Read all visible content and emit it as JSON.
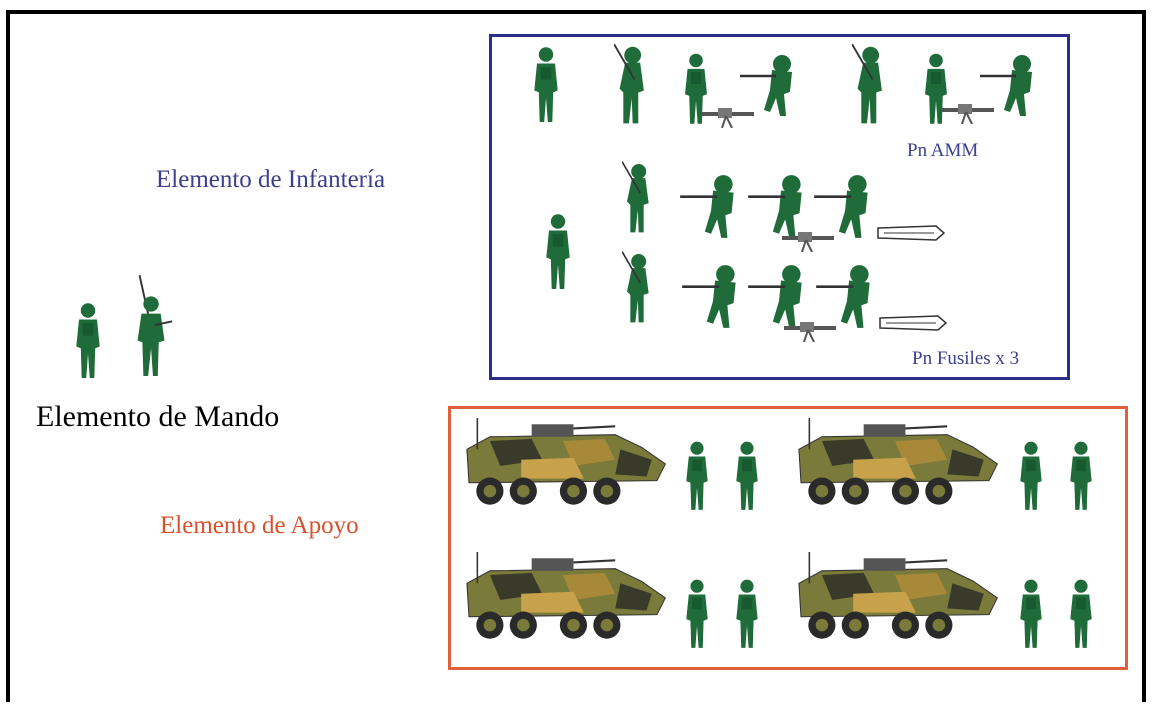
{
  "labels": {
    "infanteria": "Elemento de Infantería",
    "mando": "Elemento de Mando",
    "apoyo": "Elemento de Apoyo",
    "pn_amm": "Pn AMM",
    "pn_fusiles": "Pn Fusiles x 3"
  },
  "colors": {
    "infanteria": "#3b3f8f",
    "apoyo": "#d9512c",
    "mando": "#000000",
    "soldier": "#1f6b3a",
    "box_infanteria": "#2b2f8a",
    "box_apoyo": "#e0603a"
  },
  "icons": {
    "soldier": "soldier-icon",
    "vehicle": "armored-vehicle-icon",
    "machine_gun": "machine-gun-icon",
    "launcher": "anti-tank-launcher-icon"
  }
}
